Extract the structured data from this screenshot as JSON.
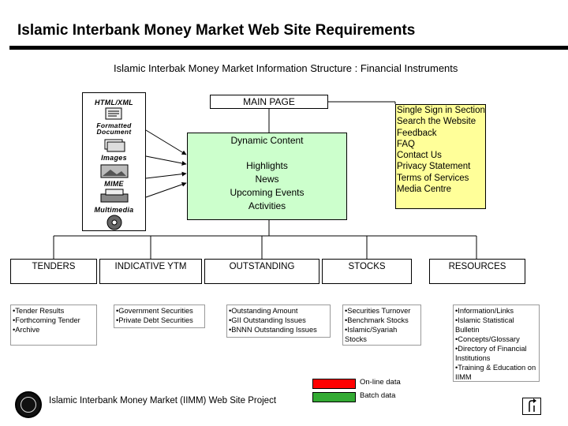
{
  "header": {
    "title": "Islamic Interbank Money Market Web Site Requirements",
    "subtitle": "Islamic Interbak Money Market Information Structure : Financial Instruments"
  },
  "main_page": "MAIN PAGE",
  "dynamic_content": {
    "title": "Dynamic Content",
    "items": [
      "Highlights",
      "News",
      "Upcoming Events",
      "Activities"
    ]
  },
  "static_links": [
    "Single Sign in Section",
    "Search the Website",
    "Feedback",
    "FAQ",
    "Contact Us",
    "Privacy Statement",
    "Terms of Services",
    "Media Centre"
  ],
  "content_types": [
    "HTML/XML",
    "Formatted Document",
    "Images",
    "MIME",
    "Multimedia"
  ],
  "categories": [
    {
      "label": "TENDERS",
      "items": [
        "Tender Results",
        "Forthcoming Tender",
        "Archive"
      ]
    },
    {
      "label": "INDICATIVE YTM",
      "items": [
        "Government Securities",
        "Private Debt Securities"
      ]
    },
    {
      "label": "OUTSTANDING",
      "items": [
        "Outstanding Amount",
        "GII Outstanding Issues",
        "BNNN Outstanding Issues"
      ]
    },
    {
      "label": "STOCKS",
      "items": [
        "Securities Turnover",
        "Benchmark Stocks",
        "Islamic/Syariah Stocks"
      ]
    },
    {
      "label": "RESOURCES",
      "items": [
        "Information/Links",
        "Islamic Statistical Bulletin",
        "Concepts/Glossary",
        "Directory of Financial Institutions",
        "Training & Education on IIMM"
      ]
    }
  ],
  "legend": {
    "online": {
      "label": "On-line data",
      "color": "#ff0000"
    },
    "batch": {
      "label": "Batch data",
      "color": "#33aa33"
    }
  },
  "footer": {
    "project": "Islamic Interbank Money Market (IIMM) Web Site Project"
  },
  "icons": {
    "seal": "seal-logo",
    "return": "return-arrow-icon"
  },
  "bullet": "•"
}
